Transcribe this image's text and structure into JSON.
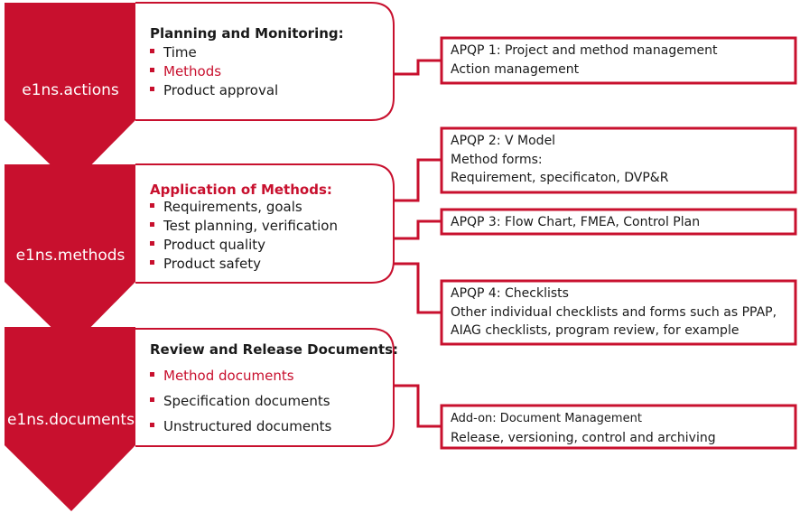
{
  "colors": {
    "accent": "#c8102e",
    "text": "#1a1a1a",
    "background": "#ffffff"
  },
  "stages": [
    {
      "label": "e1ns.actions",
      "title": "Planning and Monitoring:",
      "items": [
        "Time",
        "Methods",
        "Product approval"
      ]
    },
    {
      "label": "e1ns.methods",
      "title": "Application of Methods:",
      "items": [
        "Requirements, goals",
        "Test planning, verification",
        "Product quality",
        "Product safety"
      ]
    },
    {
      "label": "e1ns.documents",
      "title": "Review and Release Documents:",
      "items": [
        "Method documents",
        "Specification documents",
        "Unstructured documents"
      ]
    }
  ],
  "boxes": [
    {
      "lines": [
        "APQP 1: Project and method management",
        "Action management"
      ]
    },
    {
      "lines": [
        "APQP 2: V Model",
        "Method forms:",
        "Requirement, specificaton, DVP&R"
      ]
    },
    {
      "lines": [
        "APQP 3: Flow Chart, FMEA, Control Plan"
      ]
    },
    {
      "lines": [
        "APQP 4: Checklists",
        "Other individual checklists and forms such as PPAP,",
        "AIAG checklists, program review, for example"
      ]
    },
    {
      "lines": [
        "Add-on: Document Management",
        "Release, versioning, control and archiving"
      ]
    }
  ]
}
